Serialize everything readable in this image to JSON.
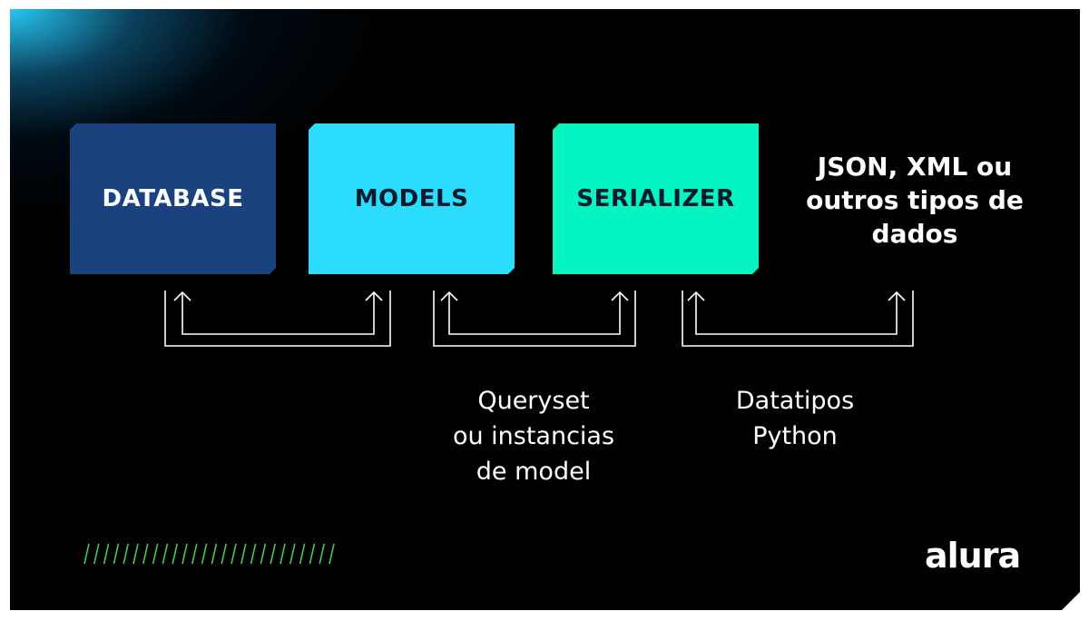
{
  "boxes": {
    "database": "DATABASE",
    "models": "MODELS",
    "serializer": "SERIALIZER"
  },
  "output_formats": [
    "JSON, XML ou",
    "outros tipos de",
    "dados"
  ],
  "captions": {
    "queryset": [
      "Queryset",
      "ou instancias",
      "de model"
    ],
    "datatipos": [
      "Datatipos",
      "Python"
    ]
  },
  "logo": "alura",
  "colors": {
    "database": "#19427e",
    "models": "#2bdcff",
    "serializer": "#04f5c2",
    "background": "#000000",
    "hatch": "#3ecf5a"
  }
}
